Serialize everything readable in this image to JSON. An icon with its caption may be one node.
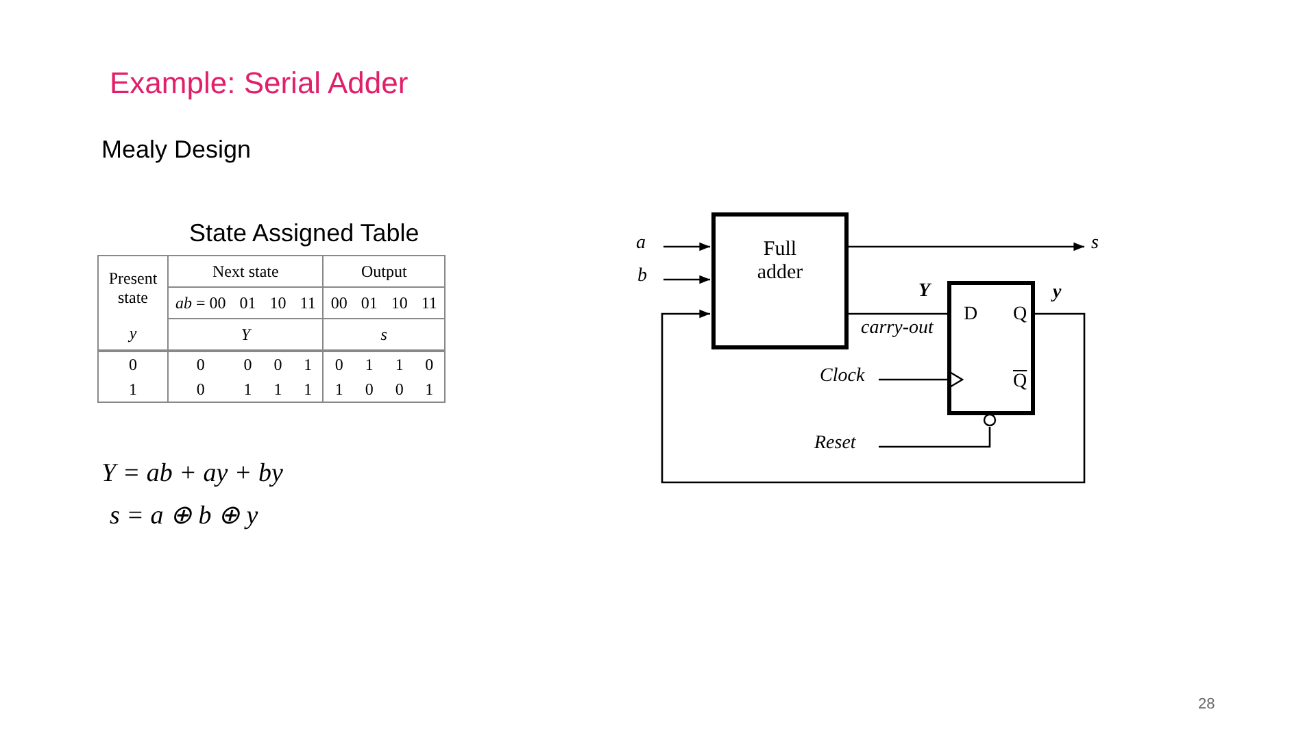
{
  "diagram": {
    "title": "Example: Serial Adder",
    "nodes": [
      {
        "text": [
          "Full adder"
        ]
      },
      {
        "text": [
          "D",
          "Q",
          "Q"
        ]
      },
      {
        "text": [
          "a"
        ]
      },
      {
        "text": [
          "b"
        ]
      },
      {
        "text": [
          "s"
        ]
      },
      {
        "text": [
          "Clock"
        ]
      },
      {
        "text": [
          "Reset"
        ]
      }
    ],
    "edges": [
      {
        "from": 2,
        "to": 0,
        "arrow": "to"
      },
      {
        "from": 3,
        "to": 0,
        "arrow": "to"
      },
      {
        "from": 0,
        "to": 4,
        "arrow": "to"
      },
      {
        "from": 0,
        "to": 1,
        "arrow": "none",
        "label": "carry-out"
      },
      {
        "from": 5,
        "to": 1,
        "arrow": "to"
      },
      {
        "from": 6,
        "to": 1,
        "arrow": "other"
      },
      {
        "from": 1,
        "to": 0,
        "arrow": "to",
        "label": "y"
      }
    ],
    "labels": [
      "Mealy Design",
      "State Assigned Table",
      "Present state",
      "Next state",
      "Output",
      "*ab* = 00",
      "01",
      "10",
      "11",
      "00",
      "01",
      "10",
      "11",
      "y",
      "Y",
      "s",
      "0",
      "0",
      "0",
      "0",
      "1",
      "0",
      "1",
      "1",
      "0",
      "1",
      "0",
      "1",
      "1",
      "1",
      "1",
      "0",
      "0",
      "1",
      "Y",
      "Y = ab + ay + by",
      "s = a ⊕ b ⊕ y",
      "28"
    ]
  }
}
